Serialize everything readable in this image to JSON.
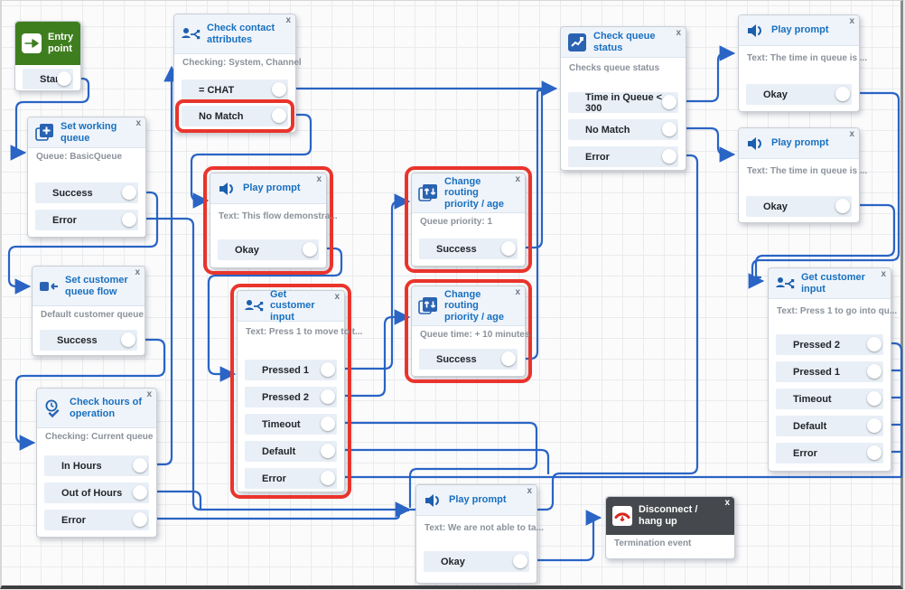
{
  "ui": {
    "close_label": "x"
  },
  "colors": {
    "edge": "#2a64c4",
    "highlight": "#e9342c",
    "title_blue": "#1970c0",
    "entry_green": "#3f7e1f",
    "disconnect_dark": "#45484c",
    "row_bg": "#e9eff7"
  },
  "nodes": [
    {
      "id": "entry-point",
      "title": "Entry point",
      "icon": "entry-arrow-icon",
      "subtitle": "",
      "rows": [
        "Start"
      ],
      "closable": false,
      "highlighted": false
    },
    {
      "id": "check-contact-attributes",
      "title": "Check contact attributes",
      "icon": "contact-attributes-icon",
      "subtitle": "Checking: System, Channel",
      "rows": [
        "= CHAT",
        "No Match"
      ],
      "closable": true,
      "highlighted": false,
      "highlight_row": 1
    },
    {
      "id": "set-working-queue",
      "title": "Set working queue",
      "icon": "working-queue-icon",
      "subtitle": "Queue: BasicQueue",
      "rows": [
        "Success",
        "Error"
      ],
      "closable": true,
      "highlighted": false
    },
    {
      "id": "set-customer-queue-flow",
      "title": "Set customer queue flow",
      "icon": "customer-queue-flow-icon",
      "subtitle": "Default customer queue",
      "rows": [
        "Success"
      ],
      "closable": true,
      "highlighted": false
    },
    {
      "id": "check-hours-of-operation",
      "title": "Check hours of operation",
      "icon": "clock-check-icon",
      "subtitle": "Checking: Current queue",
      "rows": [
        "In Hours",
        "Out of Hours",
        "Error"
      ],
      "closable": true,
      "highlighted": false
    },
    {
      "id": "play-prompt-1",
      "title": "Play prompt",
      "icon": "speaker-icon",
      "subtitle": "Text: This flow demonstra...",
      "rows": [
        "Okay"
      ],
      "closable": true,
      "highlighted": true
    },
    {
      "id": "get-customer-input-1",
      "title": "Get customer input",
      "icon": "customer-input-icon",
      "subtitle": "Text: Press 1 to move to t...",
      "rows": [
        "Pressed 1",
        "Pressed 2",
        "Timeout",
        "Default",
        "Error"
      ],
      "closable": true,
      "highlighted": true
    },
    {
      "id": "change-routing-priority-1",
      "title": "Change routing priority / age",
      "icon": "routing-priority-icon",
      "subtitle": "Queue priority: 1",
      "rows": [
        "Success"
      ],
      "closable": true,
      "highlighted": true
    },
    {
      "id": "change-routing-priority-2",
      "title": "Change routing priority / age",
      "icon": "routing-priority-icon",
      "subtitle": "Queue time: + 10 minutes",
      "rows": [
        "Success"
      ],
      "closable": true,
      "highlighted": true
    },
    {
      "id": "check-queue-status",
      "title": "Check queue status",
      "icon": "queue-status-icon",
      "subtitle": "Checks queue status",
      "rows": [
        "Time in Queue < 300",
        "No Match",
        "Error"
      ],
      "closable": true,
      "highlighted": false
    },
    {
      "id": "play-prompt-2",
      "title": "Play prompt",
      "icon": "speaker-icon",
      "subtitle": "Text: The time in queue is ...",
      "rows": [
        "Okay"
      ],
      "closable": true,
      "highlighted": false
    },
    {
      "id": "play-prompt-3",
      "title": "Play prompt",
      "icon": "speaker-icon",
      "subtitle": "Text: The time in queue is ...",
      "rows": [
        "Okay"
      ],
      "closable": true,
      "highlighted": false
    },
    {
      "id": "get-customer-input-2",
      "title": "Get customer input",
      "icon": "customer-input-icon",
      "subtitle": "Text: Press 1 to go into qu...",
      "rows": [
        "Pressed 2",
        "Pressed 1",
        "Timeout",
        "Default",
        "Error"
      ],
      "closable": true,
      "highlighted": false
    },
    {
      "id": "play-prompt-4",
      "title": "Play prompt",
      "icon": "speaker-icon",
      "subtitle": "Text: We are not able to ta...",
      "rows": [
        "Okay"
      ],
      "closable": true,
      "highlighted": false
    },
    {
      "id": "disconnect-hang-up",
      "title": "Disconnect / hang up",
      "icon": "phone-hangup-icon",
      "subtitle": "Termination event",
      "rows": [],
      "closable": true,
      "highlighted": false
    }
  ]
}
